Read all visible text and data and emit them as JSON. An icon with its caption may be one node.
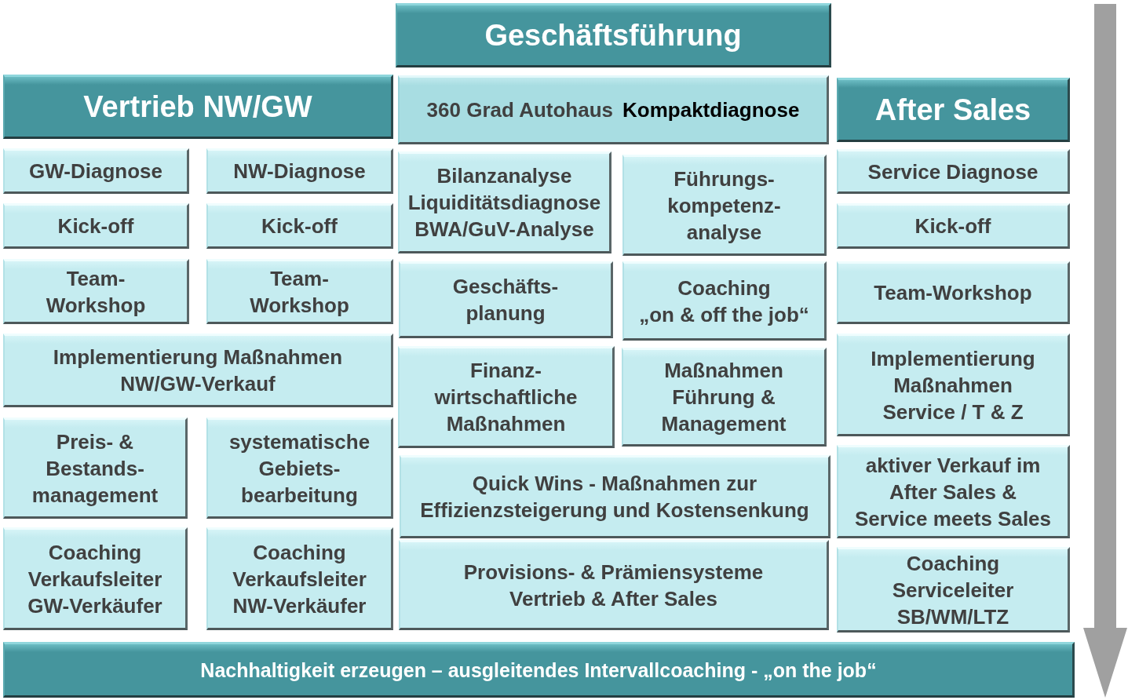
{
  "diagram": {
    "nodes": [
      {
        "text": [
          "Geschäftsführung"
        ]
      },
      {
        "text": [
          "Vertrieb NW/GW"
        ]
      },
      {
        "text": [
          "360 Grad Autohaus",
          "Kompaktdiagnose"
        ]
      },
      {
        "text": [
          "After Sales"
        ]
      },
      {
        "text": [
          "GW-Diagnose"
        ]
      },
      {
        "text": [
          "NW-Diagnose"
        ]
      },
      {
        "text": [
          "Bilanzanalyse Liquiditätsdiagnose BWA/GuV-Analyse"
        ]
      },
      {
        "text": [
          "Führungs- kompetenz- analyse"
        ]
      },
      {
        "text": [
          "Service Diagnose"
        ]
      },
      {
        "text": [
          "Kick-off"
        ]
      },
      {
        "text": [
          "Kick-off"
        ]
      },
      {
        "text": [
          "Kick-off"
        ]
      },
      {
        "text": [
          "Team- Workshop"
        ]
      },
      {
        "text": [
          "Team- Workshop"
        ]
      },
      {
        "text": [
          "Geschäfts- planung"
        ]
      },
      {
        "text": [
          "Coaching „on & off the job“"
        ]
      },
      {
        "text": [
          "Team-Workshop"
        ]
      },
      {
        "text": [
          "Implementierung Maßnahmen NW/GW-Verkauf"
        ]
      },
      {
        "text": [
          "Finanz- wirtschaftliche Maßnahmen"
        ]
      },
      {
        "text": [
          "Maßnahmen Führung & Management"
        ]
      },
      {
        "text": [
          "Implementierung Maßnahmen Service / T & Z"
        ]
      },
      {
        "text": [
          "Preis- & Bestands- management"
        ]
      },
      {
        "text": [
          "systematische Gebiets- bearbeitung"
        ]
      },
      {
        "text": [
          "Quick Wins - Maßnahmen zur Effizienzsteigerung und Kostensenkung"
        ]
      },
      {
        "text": [
          "aktiver Verkauf im After Sales & Service meets Sales"
        ]
      },
      {
        "text": [
          "Coaching Verkaufsleiter GW-Verkäufer"
        ]
      },
      {
        "text": [
          "Coaching Verkaufsleiter NW-Verkäufer"
        ]
      },
      {
        "text": [
          "Provisions- & Prämiensysteme Vertrieb & After Sales"
        ]
      },
      {
        "text": [
          "Coaching Serviceleiter SB/WM/LTZ"
        ]
      },
      {
        "text": [
          "Nachhaltigkeit erzeugen – ausgleitendes Intervallcoaching - „on the job“"
        ]
      }
    ]
  }
}
